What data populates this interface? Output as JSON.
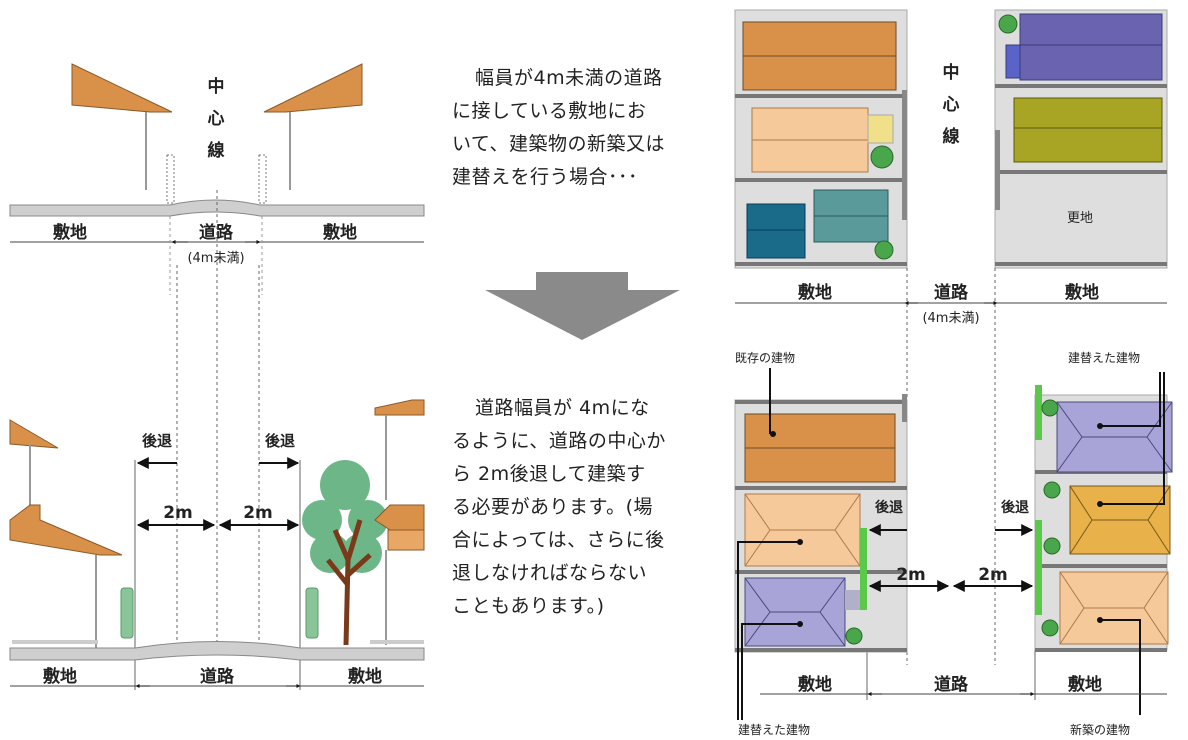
{
  "left_top": {
    "centerline": [
      "中",
      "心",
      "線"
    ],
    "lot_left": "敷地",
    "road": "道路",
    "lot_right": "敷地",
    "road_width_note": "(4m未満)"
  },
  "left_bottom": {
    "setback_left": "後退",
    "setback_right": "後退",
    "dist_left": "2m",
    "dist_right": "2m",
    "lot_left": "敷地",
    "road": "道路",
    "lot_right": "敷地"
  },
  "text1": [
    "幅員が4m未満の道路",
    "に接している敷地にお",
    "いて、建築物の新築又は",
    "建替えを行う場合･･･"
  ],
  "text2": [
    "道路幅員が 4mにな",
    "るように、道路の中心か",
    "ら 2m後退して建築す",
    "る必要があります。(場",
    "合によっては、さらに後",
    "退しなければならない",
    "こともあります。)"
  ],
  "right_top": {
    "centerline": [
      "中",
      "心",
      "線"
    ],
    "vacant": "更地",
    "lot_left": "敷地",
    "road": "道路",
    "lot_right": "敷地",
    "road_width_note": "(4m未満)"
  },
  "right_bottom": {
    "existing": "既存の建物",
    "rebuilt_top": "建替えた建物",
    "setback_left": "後退",
    "setback_right": "後退",
    "dist_left": "2m",
    "dist_right": "2m",
    "lot_left": "敷地",
    "road": "道路",
    "lot_right": "敷地",
    "rebuilt_bottom": "建替えた建物",
    "new_building": "新築の建物"
  }
}
